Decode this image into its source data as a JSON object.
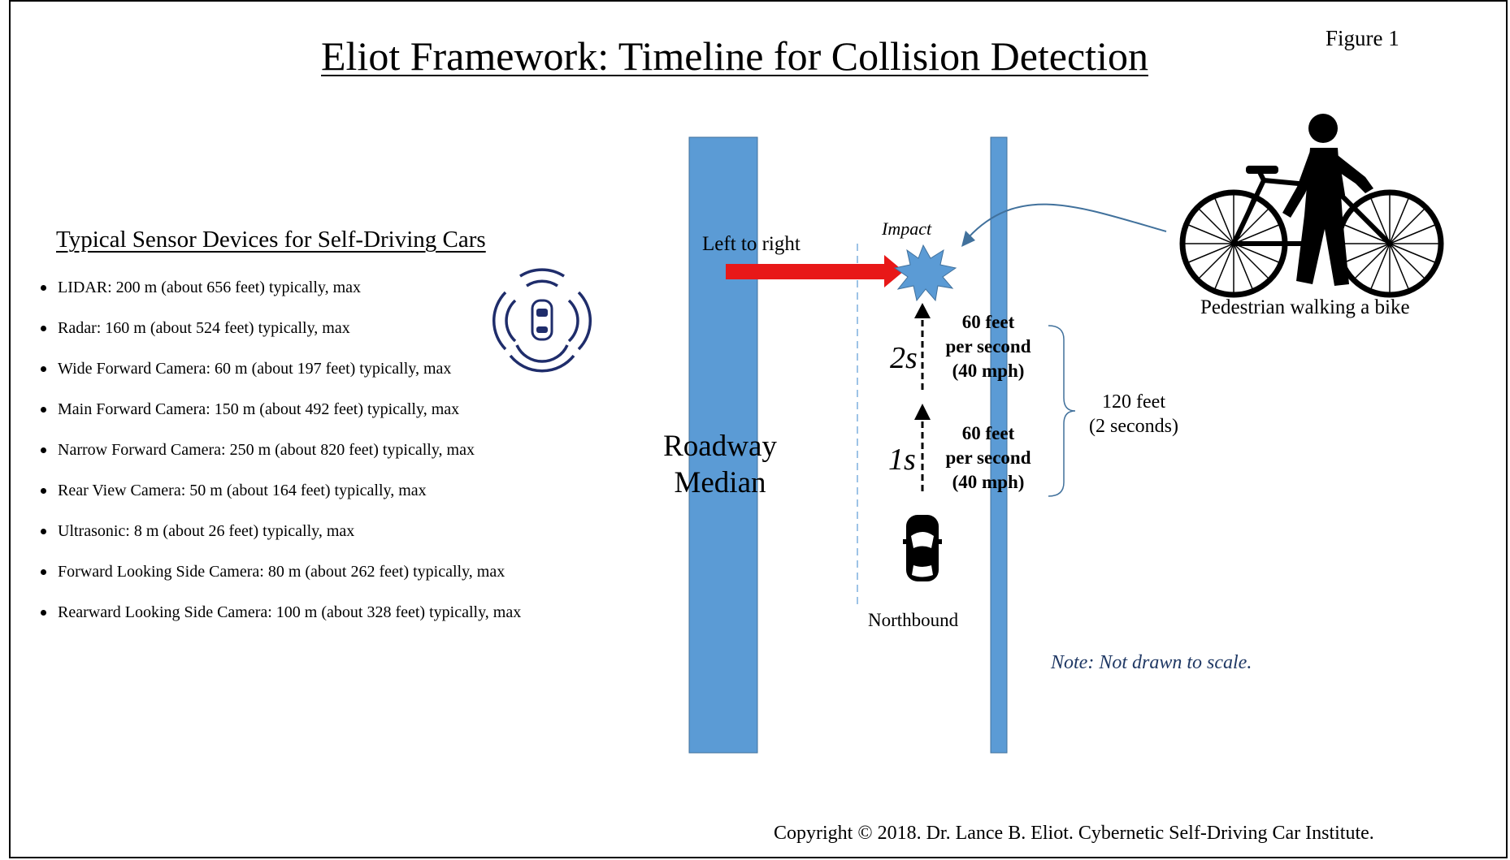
{
  "title": "Eliot Framework: Timeline for Collision Detection",
  "figure_label": "Figure 1",
  "sensor_list": {
    "heading": "Typical Sensor Devices for Self-Driving Cars",
    "items": [
      "LIDAR: 200 m (about 656 feet) typically, max",
      "Radar: 160 m (about 524 feet) typically, max",
      "Wide Forward Camera: 60 m (about 197 feet) typically, max",
      "Main Forward Camera: 150 m (about 492 feet) typically, max",
      "Narrow Forward Camera: 250 m (about 820 feet) typically, max",
      "Rear View Camera: 50 m (about 164 feet) typically, max",
      "Ultrasonic: 8 m (about 26 feet) typically, max",
      "Forward Looking Side Camera: 80 m (about 262 feet) typically, max",
      "Rearward Looking Side Camera: 100 m (about 328 feet) typically, max"
    ]
  },
  "road": {
    "median_line1": "Roadway",
    "median_line2": "Median",
    "crossing_label": "Left to right",
    "impact_label": "Impact",
    "direction_label": "Northbound"
  },
  "timeline": {
    "second_2_label": "2s",
    "second_1_label": "1s",
    "speed_2": [
      "60 feet",
      "per second",
      "(40 mph)"
    ],
    "speed_1": [
      "60 feet",
      "per second",
      "(40 mph)"
    ],
    "total_line1": "120 feet",
    "total_line2": "(2 seconds)"
  },
  "pedestrian_label": "Pedestrian walking a bike",
  "note": "Note: Not drawn to scale.",
  "copyright": "Copyright © 2018. Dr. Lance B. Eliot. Cybernetic Self-Driving Car Institute.",
  "colors": {
    "road_blue": "#5b9bd5",
    "arrow_red": "#e81818",
    "sensor_icon_navy": "#1f2d6b",
    "note_navy": "#1f3864",
    "curve_blue": "#41719c"
  }
}
